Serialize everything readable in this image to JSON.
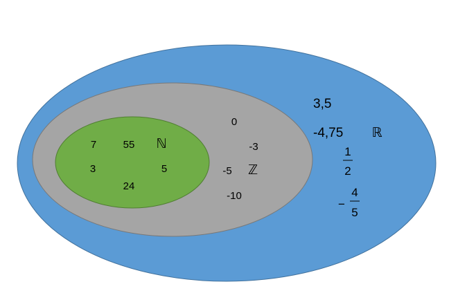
{
  "sets": {
    "naturals": {
      "symbol": "ℕ",
      "color": "#70AD47",
      "elements": [
        "7",
        "55",
        "3",
        "5",
        "24"
      ]
    },
    "integers": {
      "symbol": "ℤ",
      "color": "#A5A5A5",
      "elements": [
        "0",
        "-3",
        "-5",
        "-10"
      ]
    },
    "reals": {
      "symbol": "ℝ",
      "color": "#5B9BD5",
      "elements": [
        "3,5",
        "-4,75"
      ],
      "fractions": [
        {
          "sign": "",
          "numerator": "1",
          "denominator": "2"
        },
        {
          "sign": "−",
          "numerator": "4",
          "denominator": "5"
        }
      ]
    }
  }
}
